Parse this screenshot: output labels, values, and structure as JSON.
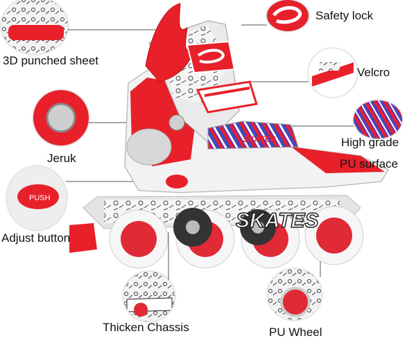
{
  "image": {
    "subject": "inline-skate-boot",
    "colors": {
      "accent": "#e8202a",
      "shell": "#f2f2f2",
      "wheel": "#e02a36",
      "frame": "#dcdcdc"
    }
  },
  "callouts": [
    {
      "id": "punched-sheet",
      "lines": [
        "3D punched sheet"
      ]
    },
    {
      "id": "safety-lock",
      "lines": [
        "Safety lock"
      ]
    },
    {
      "id": "velcro",
      "lines": [
        "Velcro"
      ]
    },
    {
      "id": "jeruk",
      "lines": [
        "Jeruk"
      ]
    },
    {
      "id": "high-grade",
      "lines": [
        "High grade",
        "PU surface"
      ]
    },
    {
      "id": "adjust",
      "lines": [
        "Adjust button"
      ]
    },
    {
      "id": "chassis",
      "lines": [
        "Thicken Chassis"
      ]
    },
    {
      "id": "wheel",
      "lines": [
        "PU Wheel"
      ]
    }
  ],
  "product": {
    "frame_brand": "SKATES",
    "cuff_brand": "SKATES",
    "button_text": "PUSH"
  }
}
